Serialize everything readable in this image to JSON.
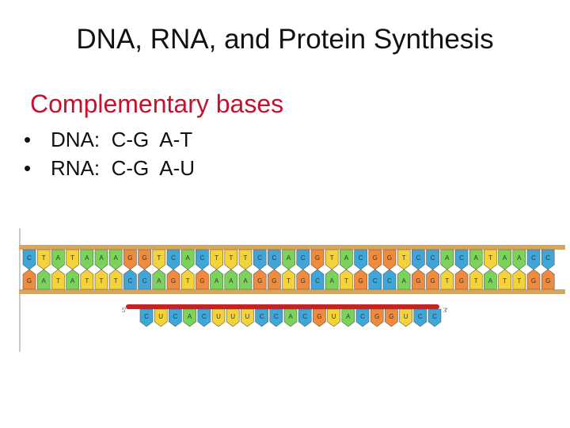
{
  "slide": {
    "title": "DNA, RNA, and Protein Synthesis",
    "heading": "Complementary bases",
    "bullets": [
      {
        "marker": "•",
        "text": "DNA:  C-G  A-T"
      },
      {
        "marker": "•",
        "text": "RNA:  C-G  A-U"
      }
    ]
  },
  "figure": {
    "dna_top_strand": [
      "C",
      "T",
      "A",
      "T",
      "A",
      "A",
      "A",
      "G",
      "G",
      "T",
      "C",
      "A",
      "C",
      "T",
      "T",
      "T",
      "C",
      "C",
      "A",
      "C",
      "G",
      "T",
      "A",
      "C",
      "G",
      "G",
      "T",
      "C",
      "C",
      "A",
      "C",
      "A",
      "T",
      "A",
      "A",
      "C",
      "C"
    ],
    "dna_bottom_strand": [
      "G",
      "A",
      "T",
      "A",
      "T",
      "T",
      "T",
      "C",
      "C",
      "A",
      "G",
      "T",
      "G",
      "A",
      "A",
      "A",
      "G",
      "G",
      "T",
      "G",
      "C",
      "A",
      "T",
      "G",
      "C",
      "C",
      "A",
      "G",
      "G",
      "T",
      "G",
      "T",
      "A",
      "T",
      "T",
      "G",
      "G"
    ],
    "rna_strand": [
      "C",
      "U",
      "C",
      "A",
      "C",
      "U",
      "U",
      "U",
      "C",
      "C",
      "A",
      "C",
      "G",
      "U",
      "A",
      "C",
      "G",
      "G",
      "U",
      "C",
      "C"
    ],
    "label_5prime": "5'",
    "label_3prime": "3'",
    "base_colors": {
      "A": "#7bd35b",
      "T": "#f3d23a",
      "U": "#f3d23a",
      "G": "#f08a3c",
      "C": "#3fa6d9"
    },
    "backbone_color": "#d7a55e",
    "rna_backbone_color": "#cc1f1f"
  }
}
